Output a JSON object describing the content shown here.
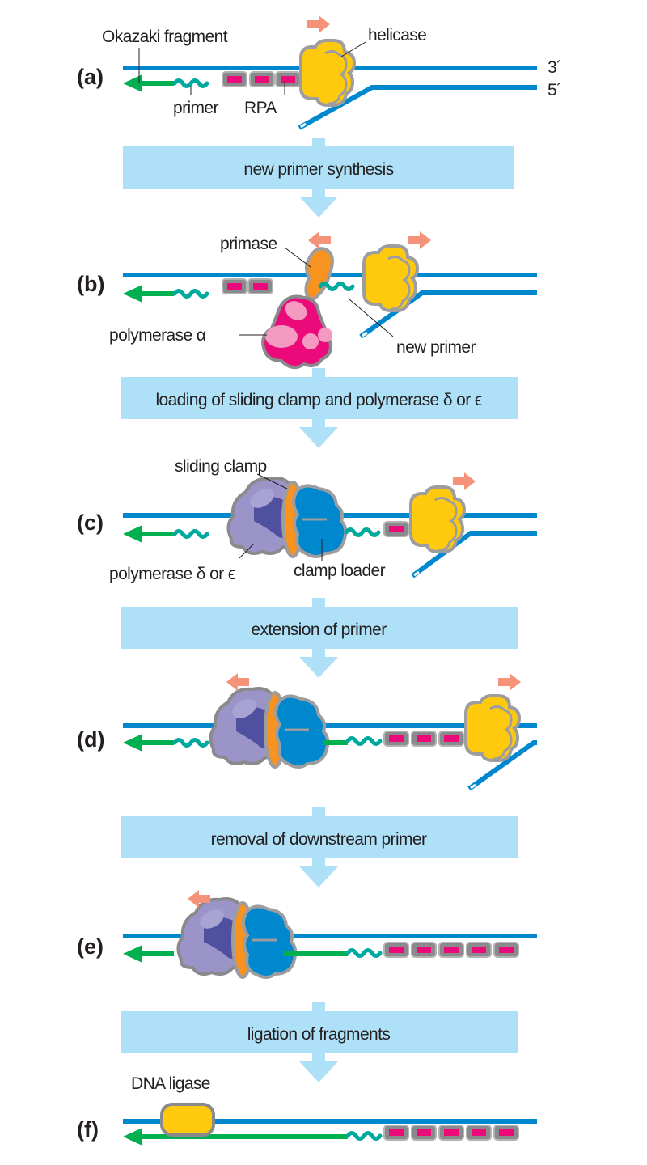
{
  "figure": {
    "title": "Lagging strand DNA synthesis steps",
    "colors": {
      "template_strand": "#0088cf",
      "okazaki_fragment": "#00b050",
      "primer": "#00a99d",
      "rpa": "#ec0a7a",
      "helicase": "#ffc90e",
      "primase": "#f7931e",
      "polymerase_alpha": "#ec0a7a",
      "polymerase_alpha_light": "#f49ac1",
      "polymerase_delta": "#9b94c9",
      "polymerase_delta_dark": "#5050a0",
      "clamp_loader": "#0088cf",
      "sliding_clamp": "#f7931e",
      "dna_ligase": "#ffc90e",
      "movement_arrow": "#f4937a",
      "step_box": "#aee0f8"
    },
    "panels": [
      {
        "id": "a",
        "label": "(a)",
        "annotations": {
          "okazaki": "Okazaki fragment",
          "helicase": "helicase",
          "primer": "primer",
          "rpa": "RPA",
          "end_top": "3´",
          "end_bottom": "5´"
        }
      },
      {
        "id": "b",
        "label": "(b)",
        "annotations": {
          "primase": "primase",
          "polymerase_alpha": "polymerase α",
          "new_primer": "new primer"
        }
      },
      {
        "id": "c",
        "label": "(c)",
        "annotations": {
          "sliding_clamp": "sliding clamp",
          "polymerase_delta": "polymerase δ or ϵ",
          "clamp_loader": "clamp loader"
        }
      },
      {
        "id": "d",
        "label": "(d)"
      },
      {
        "id": "e",
        "label": "(e)"
      },
      {
        "id": "f",
        "label": "(f)",
        "annotations": {
          "dna_ligase": "DNA ligase"
        }
      }
    ],
    "steps": [
      "new primer synthesis",
      "loading of sliding  clamp and polymerase δ or  ϵ",
      "extension of primer",
      "removal of  downstream primer",
      "ligation  of fragments"
    ]
  }
}
